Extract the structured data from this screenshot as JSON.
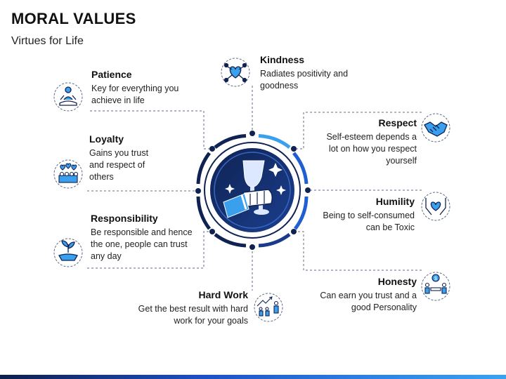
{
  "header": {
    "title": "MORAL VALUES",
    "subtitle": "Virtues for Life"
  },
  "colors": {
    "navy": "#0f2252",
    "blue": "#1f5fd1",
    "light_blue": "#3aa0ee",
    "dash": "#5f6b85"
  },
  "center": {
    "icon": "trophy-hand-icon"
  },
  "items": [
    {
      "key": "kindness",
      "title": "Kindness",
      "desc": "Radiates positivity and goodness",
      "icon": "heart-network-icon"
    },
    {
      "key": "patience",
      "title": "Patience",
      "desc": "Key for everything you achieve in life",
      "icon": "meditation-icon"
    },
    {
      "key": "respect",
      "title": "Respect",
      "desc": "Self-esteem depends a lot on how you respect yourself",
      "icon": "handshake-icon"
    },
    {
      "key": "loyalty",
      "title": "Loyalty",
      "desc": "Gains you trust and respect of others",
      "icon": "loyal-crowd-icon"
    },
    {
      "key": "humility",
      "title": "Humility",
      "desc": "Being to self-consumed can be Toxic",
      "icon": "hands-heart-icon"
    },
    {
      "key": "responsibility",
      "title": "Responsibility",
      "desc": "Be responsible and hence the one, people can trust any day",
      "icon": "plant-hand-icon"
    },
    {
      "key": "honesty",
      "title": "Honesty",
      "desc": "Can earn you trust and a good Personality",
      "icon": "honest-deal-icon"
    },
    {
      "key": "hardwork",
      "title": "Hard Work",
      "desc": "Get the best result with hard work for your goals",
      "icon": "growth-family-icon"
    }
  ]
}
